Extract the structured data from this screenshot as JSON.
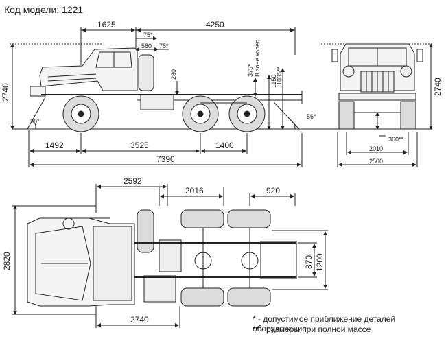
{
  "title": "Код модели: 1221",
  "side_view": {
    "dims": {
      "top_left": "1625",
      "top_right": "4250",
      "d75_a": "75*",
      "d580": "580",
      "d75_b": "75*",
      "height": "2740",
      "d280": "280",
      "d375": "375*",
      "wheel_zone": "В зоне колес",
      "d1150": "1150",
      "d1035": "1035**",
      "angle_front": "38°",
      "angle_rear": "56°",
      "front_overhang": "1492",
      "wheelbase": "3525",
      "bogie": "1400",
      "total_length": "7390"
    }
  },
  "front_view": {
    "dims": {
      "height": "2740",
      "clearance": "360**",
      "track": "2010",
      "width": "2500"
    }
  },
  "top_view": {
    "dims": {
      "d2592": "2592",
      "d2016": "2016",
      "d920": "920",
      "width": "2820",
      "d870": "870",
      "d1200": "1200",
      "d2740": "2740"
    }
  },
  "notes": [
    "* - допустимое приближение деталей оборудование",
    "** - размеры при полной массе"
  ]
}
